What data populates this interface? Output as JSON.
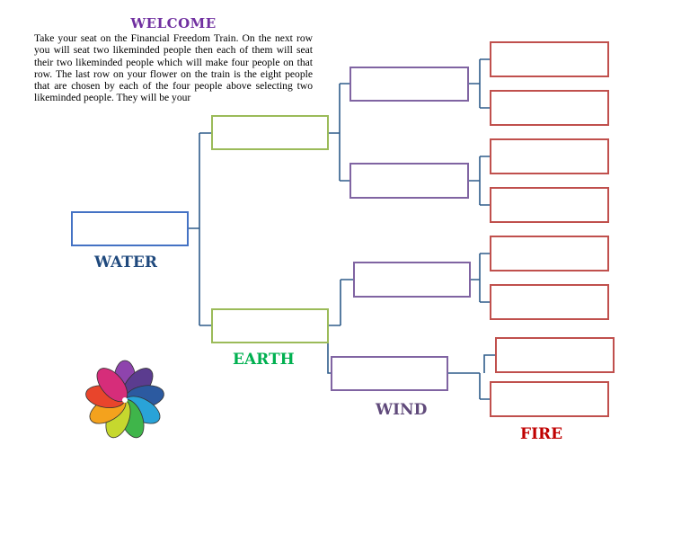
{
  "header": {
    "title": "WELCOME",
    "body": "Take your seat on the Financial Freedom Train. On the next row you will seat two likeminded people then each of them will seat their two likeminded people which will make four people on that row. The last row on your flower on the train is the eight people that are chosen by each of the four people above selecting two likeminded people. They will be your"
  },
  "labels": {
    "water": "WATER",
    "earth": "EARTH",
    "wind": "WIND",
    "fire": "FIRE"
  },
  "colors": {
    "title": "#7030a0",
    "water_label": "#1f497d",
    "earth_label": "#00b050",
    "wind_label": "#604a7b",
    "fire_label": "#c00000",
    "water_box": "#4472c4",
    "earth_box": "#9bbb59",
    "wind_box": "#8064a2",
    "fire_box": "#c0504d",
    "connector": "#2e5c8a"
  },
  "icons": {
    "flower": "pinwheel-flower-icon"
  }
}
